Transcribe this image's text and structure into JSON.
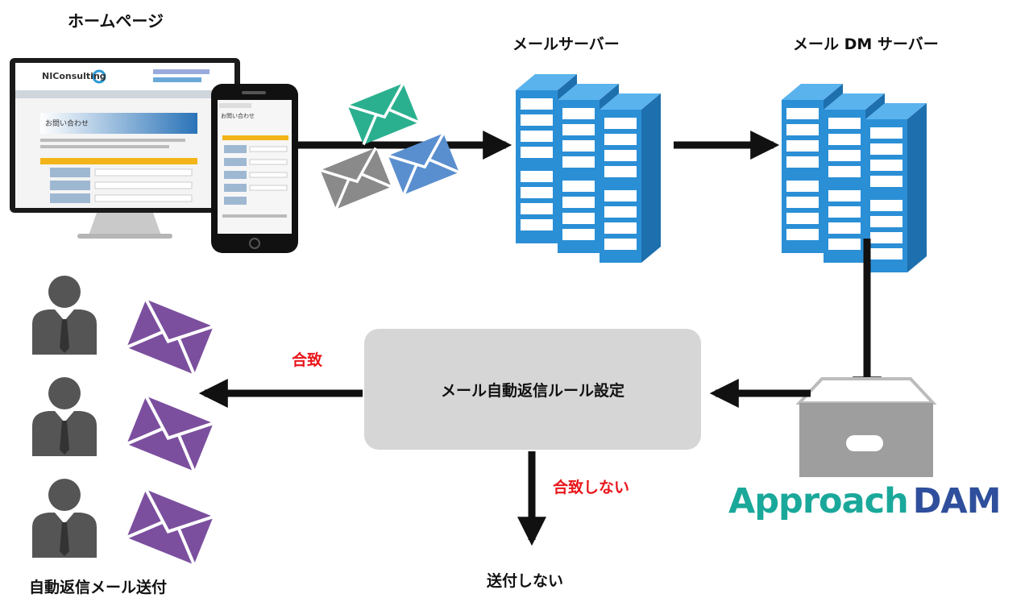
{
  "labels": {
    "homepage": "ホームページ",
    "mail_server": "メールサーバー",
    "mail_dm_server": "メール DM サーバー",
    "rule_setting": "メール自動返信ルール設定",
    "match": "合致",
    "no_match": "合致しない",
    "not_sent": "送付しない",
    "auto_reply_sent": "自動返信メール送付"
  },
  "logo": {
    "approach": "Approach",
    "dam": "DAM"
  },
  "monitor": {
    "brand": "NIConsulting",
    "page_heading": "お問い合わせ"
  },
  "phone": {
    "page_heading": "お問い合わせ"
  },
  "colors": {
    "server_blue": "#2b8fd6",
    "envelope_green": "#2bb08f",
    "envelope_gray": "#8a8a8a",
    "envelope_blue": "#5a8fcf",
    "envelope_purple": "#7b4f9e",
    "logo_teal": "#1aa89a",
    "logo_navy": "#2f4f9c",
    "alert_red": "#e8161b"
  }
}
